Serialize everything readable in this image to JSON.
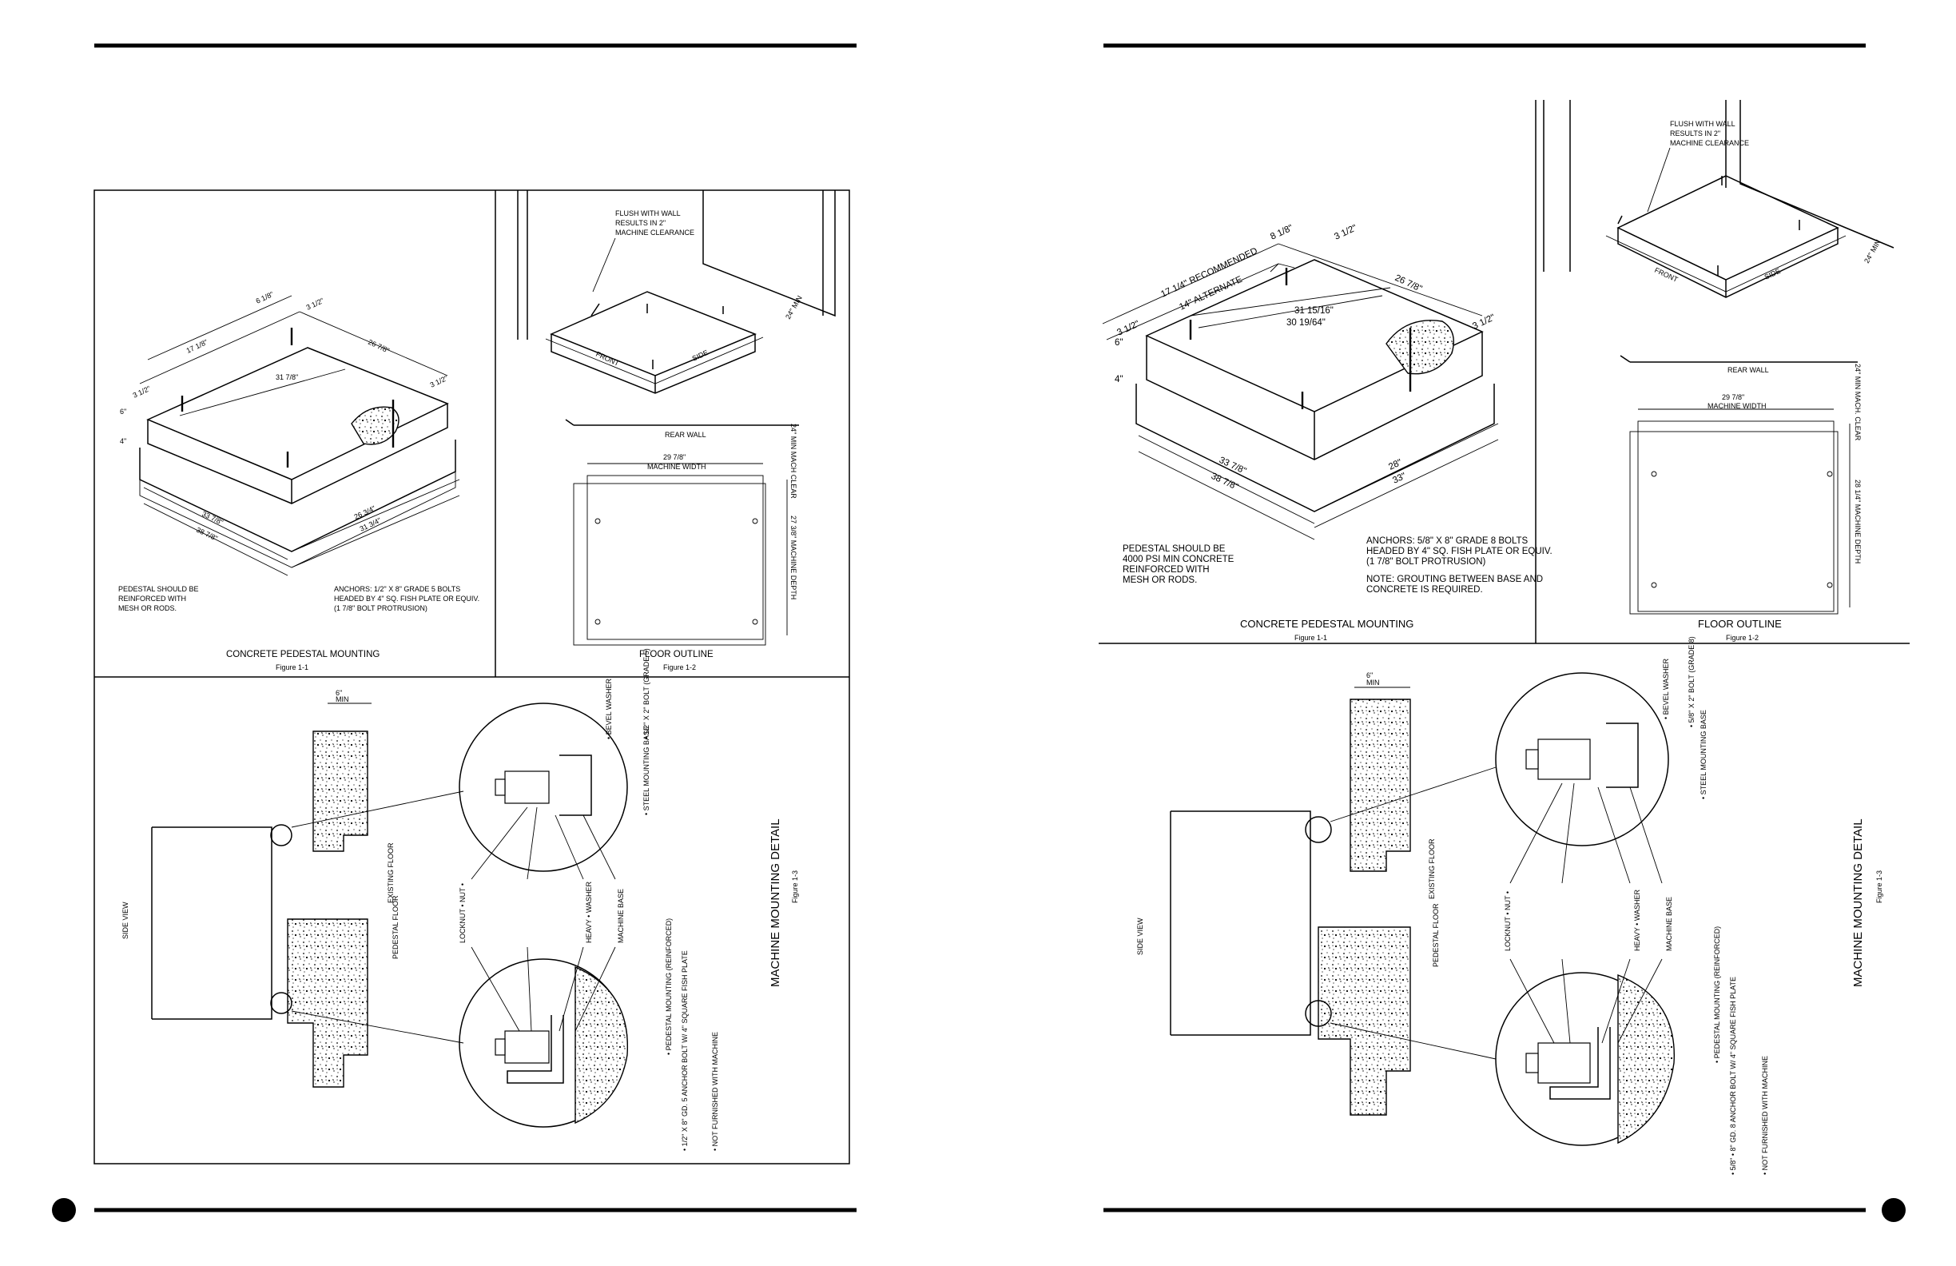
{
  "left_page": {
    "fig1": {
      "title": "CONCRETE PEDESTAL MOUNTING",
      "caption": "Figure 1-1",
      "dims": [
        "6 1/8\"",
        "3 1/2\"",
        "17 1/8\"",
        "26 7/8\"",
        "31 7/8\"",
        "3 1/2\"",
        "3 1/2\"",
        "6\"",
        "4\"",
        "33 7/8\"",
        "38 7/8\"",
        "26 3/4\"",
        "31 3/4\""
      ],
      "note_left": [
        "PEDESTAL SHOULD BE",
        "REINFORCED WITH",
        "MESH OR RODS."
      ],
      "note_right": [
        "ANCHORS: 1/2\" X 8\" GRADE 5 BOLTS",
        "HEADED BY 4\" SQ. FISH PLATE OR EQUIV.",
        "(1 7/8\" BOLT PROTRUSION)"
      ]
    },
    "fig2": {
      "title": "FLOOR OUTLINE",
      "caption": "Figure 1-2",
      "flush_note": [
        "FLUSH WITH WALL",
        "RESULTS IN 2\"",
        "MACHINE CLEARANCE"
      ],
      "front": "FRONT",
      "side": "SIDE",
      "min_clear": "24\" MIN",
      "rear_wall": "REAR WALL",
      "mach_clear": "24\" MIN MACH CLEAR",
      "width_dim": "29 7/8\"",
      "width_label": "MACHINE WIDTH",
      "depth_label": "27 3/8\" MACHINE DEPTH"
    },
    "fig3": {
      "title": "MACHINE MOUNTING DETAIL",
      "caption": "Figure 1-3",
      "side_view": "SIDE VIEW",
      "min6": "6\"",
      "min": "MIN",
      "existing_floor": "EXISTING FLOOR",
      "pedestal_floor": "PEDESTAL FLOOR",
      "bevel_washer": "• BEVEL WASHER",
      "bolt": "• 1/2\" X 2\" BOLT (GRADE 5)",
      "steel_base": "• STEEL MOUNTING BASE",
      "locknut": "LOCKNUT • NUT •",
      "heavy_washer": "HEAVY • WASHER",
      "machine_base": "MACHINE BASE",
      "pedestal_mounting": "• PEDESTAL MOUNTING (REINFORCED)",
      "anchor": "• 1/2\" X 8\" GD. 5 ANCHOR BOLT W/ 4\" SQUARE FISH PLATE",
      "not_furnished": "• NOT FURNISHED WITH MACHINE"
    }
  },
  "right_page": {
    "fig1": {
      "title": "CONCRETE PEDESTAL MOUNTING",
      "caption": "Figure 1-1",
      "dims": [
        "8 1/8\"",
        "3 1/2\"",
        "17 1/4\" RECOMMENDED",
        "14\" ALTERNATE",
        "26 7/8\"",
        "31 15/16\"",
        "30 19/64\"",
        "3 1/2\"",
        "3 1/2\"",
        "6\"",
        "4\"",
        "33 7/8\"",
        "38 7/8\"",
        "28\"",
        "33\""
      ],
      "note_left": [
        "PEDESTAL SHOULD BE",
        "4000 PSI MIN CONCRETE",
        "REINFORCED WITH",
        "MESH OR RODS."
      ],
      "note_right": [
        "ANCHORS: 5/8\" X 8\" GRADE 8 BOLTS",
        "HEADED BY 4\" SQ. FISH PLATE OR EQUIV.",
        "(1 7/8\" BOLT PROTRUSION)",
        "",
        "NOTE: GROUTING BETWEEN BASE AND",
        "CONCRETE IS REQUIRED."
      ]
    },
    "fig2": {
      "title": "FLOOR OUTLINE",
      "caption": "Figure 1-2",
      "flush_note": [
        "FLUSH WITH WALL",
        "RESULTS IN 2\"",
        "MACHINE CLEARANCE"
      ],
      "front": "FRONT",
      "side": "SIDE",
      "min_clear": "24\" MIN",
      "rear_wall": "REAR WALL",
      "mach_clear": "24\" MIN MACH. CLEAR",
      "width_dim": "29 7/8\"",
      "width_label": "MACHINE WIDTH",
      "depth_label": "28 1/4\" MACHINE DEPTH"
    },
    "fig3": {
      "title": "MACHINE MOUNTING DETAIL",
      "caption": "Figure 1-3",
      "side_view": "SIDE VIEW",
      "min6": "6\"",
      "min": "MIN",
      "existing_floor": "EXISTING FLOOR",
      "pedestal_floor": "PEDESTAL FLOOR",
      "bevel_washer": "• BEVEL WASHER",
      "bolt": "• 5/8\" X 2\" BOLT (GRADE 8)",
      "steel_base": "• STEEL MOUNTING BASE",
      "locknut": "LOCKNUT • NUT •",
      "heavy_washer": "HEAVY • WASHER",
      "machine_base": "MACHINE BASE",
      "pedestal_mounting": "• PEDESTAL MOUNTING (REINFORCED)",
      "anchor": "• 5/8\" • 8\" GD. 8 ANCHOR BOLT W/ 4\" SQUARE FISH PLATE",
      "not_furnished": "• NOT FURNISHED WITH MACHINE"
    }
  }
}
